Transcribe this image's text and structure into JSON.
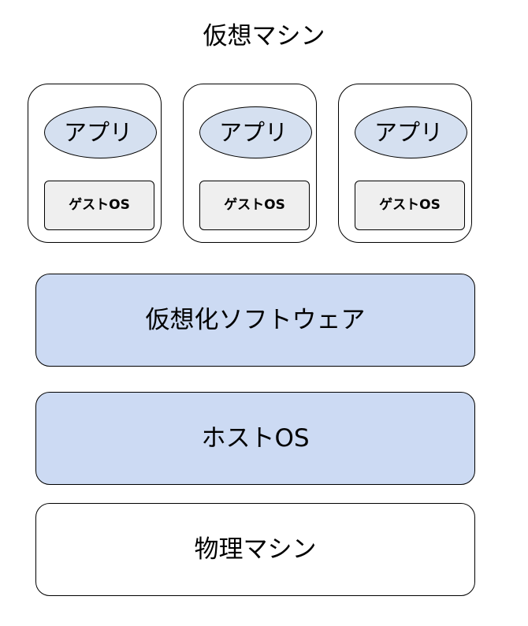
{
  "title": "仮想マシン",
  "virtual_machines": [
    {
      "app_label": "アプリ",
      "guest_os_label": "ゲストOS"
    },
    {
      "app_label": "アプリ",
      "guest_os_label": "ゲストOS"
    },
    {
      "app_label": "アプリ",
      "guest_os_label": "ゲストOS"
    }
  ],
  "layers": {
    "virtualization_software": "仮想化ソフトウェア",
    "host_os": "ホストOS",
    "physical_machine": "物理マシン"
  },
  "colors": {
    "app_fill": "#d5e0f0",
    "guest_os_fill": "#efefef",
    "layer_fill": "#ccdaf3",
    "physical_fill": "#ffffff",
    "stroke": "#000000"
  }
}
